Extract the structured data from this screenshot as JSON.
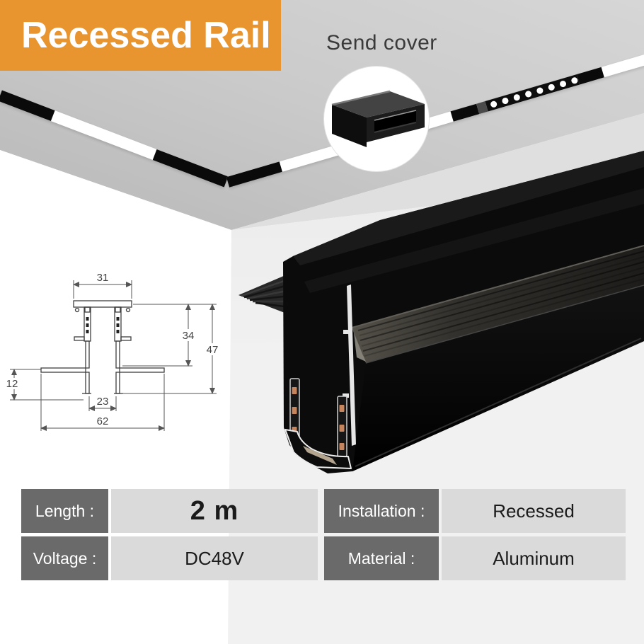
{
  "banner": {
    "title": "Recessed Rail"
  },
  "inset": {
    "label": "Send cover"
  },
  "scene": {
    "spotlight_dot_count": 8
  },
  "diagram": {
    "dim_top_width": "31",
    "dim_inner_height": "34",
    "dim_total_height": "47",
    "dim_recess_depth": "12",
    "dim_slot_width": "23",
    "dim_overall_width": "62"
  },
  "specs": {
    "left": [
      {
        "label": "Length :",
        "value": "2 m"
      },
      {
        "label": "Voltage :",
        "value": "DC48V"
      }
    ],
    "right": [
      {
        "label": "Installation :",
        "value": "Recessed"
      },
      {
        "label": "Material :",
        "value": "Aluminum"
      }
    ]
  },
  "colors": {
    "banner_orange": "#E8942F",
    "label_cell_gray": "#6A6A6A",
    "value_cell_gray": "#DADADA",
    "ceiling_gray": "#C8C8C8",
    "rail_black": "#0B0B0B",
    "copper_contact": "#C7855D"
  }
}
